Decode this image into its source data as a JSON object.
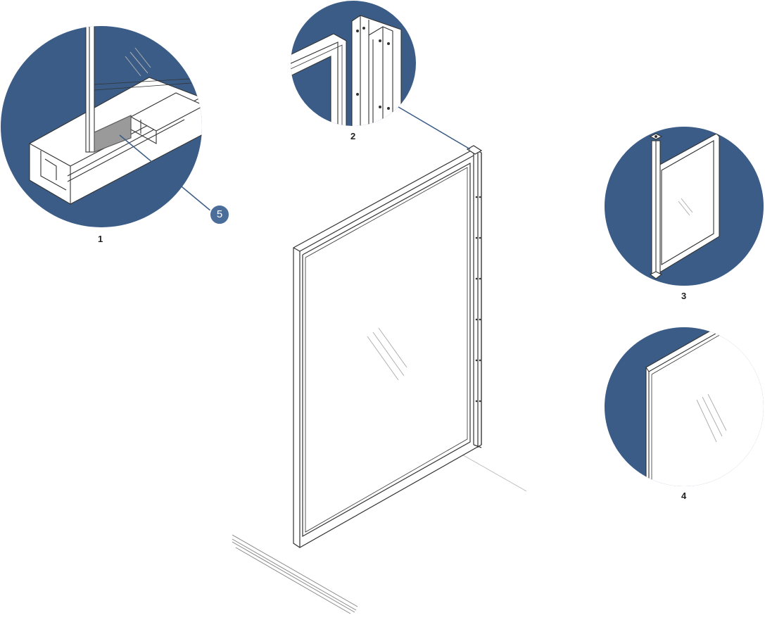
{
  "colors": {
    "detail_fill": "#3a5c87",
    "line": "#333333",
    "glass_hatch": "#b0b0b0",
    "badge": "#4a6d99"
  },
  "callouts": {
    "detail_1": "1",
    "detail_2": "2",
    "detail_3": "3",
    "detail_4": "4",
    "marker_5": "5"
  }
}
